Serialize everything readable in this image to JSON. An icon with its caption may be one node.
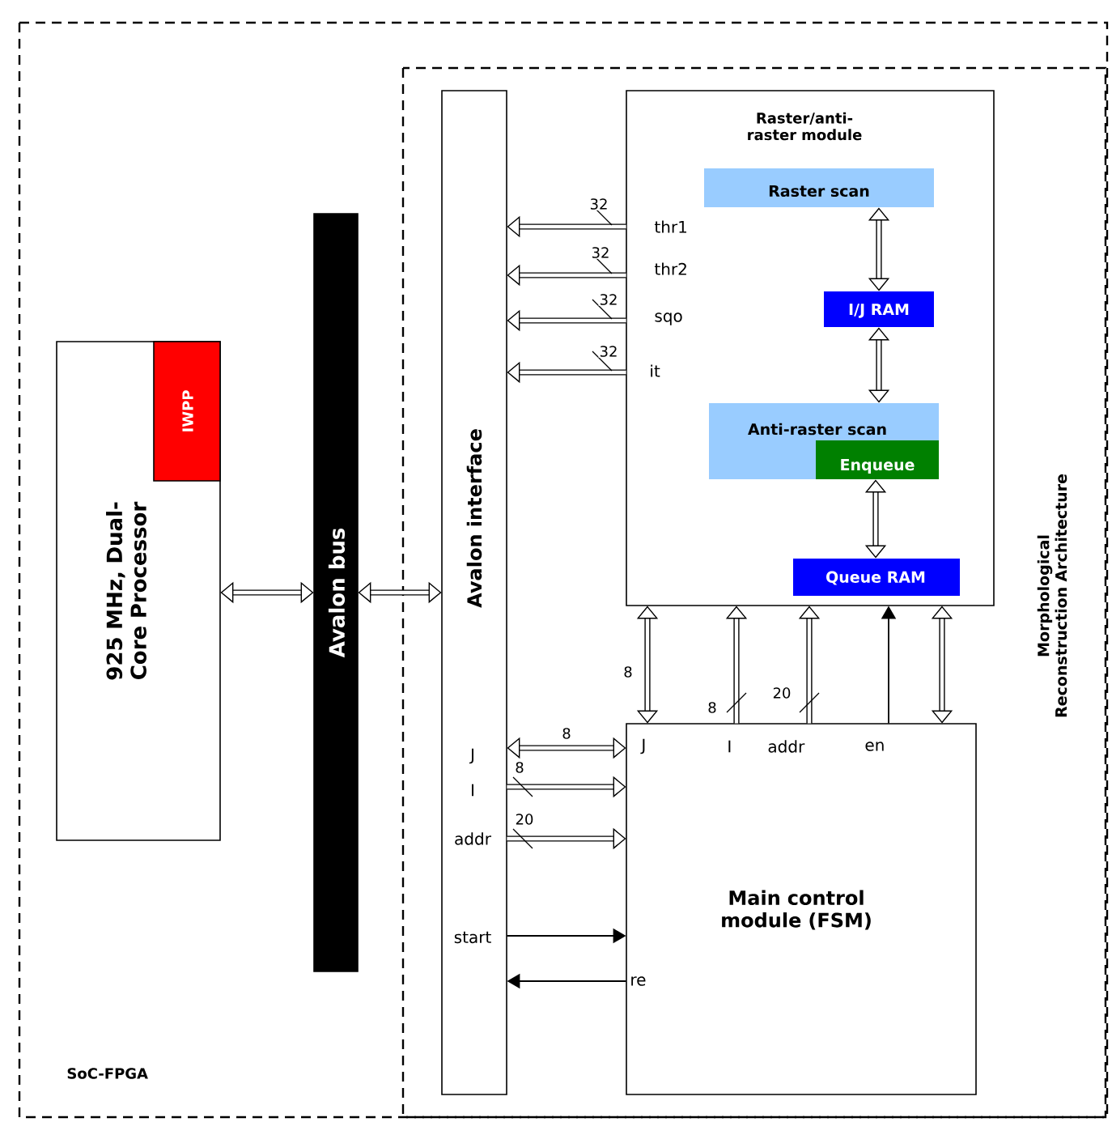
{
  "diagram": {
    "nodes": [
      {
        "text": [
          "SoC-FPGA"
        ]
      },
      {
        "text": [
          "925 MHz, Dual-Core Processor"
        ],
        "in": 0
      },
      {
        "text": [
          "IWPP"
        ],
        "in": 1
      },
      {
        "text": [
          "Avalon bus"
        ],
        "in": 0
      },
      {
        "text": [
          "Morphological Reconstruction Architecture"
        ],
        "in": 0
      },
      {
        "text": [
          "Avalon interface"
        ],
        "in": 4
      },
      {
        "text": [
          "Raster/anti-raster module"
        ],
        "in": 4
      },
      {
        "text": [
          "Raster scan"
        ],
        "in": 6
      },
      {
        "text": [
          "I/J RAM"
        ],
        "in": 6
      },
      {
        "text": [
          "Anti-raster scan"
        ],
        "in": 6
      },
      {
        "text": [
          "Enqueue"
        ],
        "in": 9
      },
      {
        "text": [
          "Queue RAM"
        ],
        "in": 6
      },
      {
        "text": [
          "Main control module (FSM)"
        ],
        "in": 4
      }
    ],
    "edges": [
      {
        "from": 1,
        "to": 3,
        "arrow": "both"
      },
      {
        "from": 3,
        "to": 5,
        "arrow": "both"
      },
      {
        "from": 6,
        "to": 5,
        "arrow": "to",
        "label": "32"
      },
      {
        "from": 6,
        "to": 5,
        "arrow": "to",
        "label": "32"
      },
      {
        "from": 6,
        "to": 5,
        "arrow": "to",
        "label": "32"
      },
      {
        "from": 6,
        "to": 5,
        "arrow": "to",
        "label": "32"
      },
      {
        "from": 7,
        "to": 8,
        "arrow": "both"
      },
      {
        "from": 8,
        "to": 9,
        "arrow": "both"
      },
      {
        "from": 10,
        "to": 11,
        "arrow": "both"
      },
      {
        "from": 6,
        "to": 12,
        "arrow": "both",
        "label": "8"
      },
      {
        "from": 12,
        "to": 6,
        "arrow": "to",
        "label": "8"
      },
      {
        "from": 12,
        "to": 6,
        "arrow": "to",
        "label": "20"
      },
      {
        "from": 12,
        "to": 6,
        "arrow": "to"
      },
      {
        "from": 6,
        "to": 12,
        "arrow": "both"
      },
      {
        "from": 5,
        "to": 12,
        "arrow": "both",
        "label": "8"
      },
      {
        "from": 5,
        "to": 12,
        "arrow": "to",
        "label": "8"
      },
      {
        "from": 5,
        "to": 12,
        "arrow": "to",
        "label": "20"
      },
      {
        "from": 5,
        "to": 12,
        "arrow": "to"
      },
      {
        "from": 12,
        "to": 5,
        "arrow": "to"
      }
    ],
    "labels": [
      "thr1",
      "thr2",
      "sqo",
      "it",
      "J",
      "I",
      "addr",
      "en",
      "J",
      "I",
      "addr",
      "start",
      "re"
    ]
  }
}
